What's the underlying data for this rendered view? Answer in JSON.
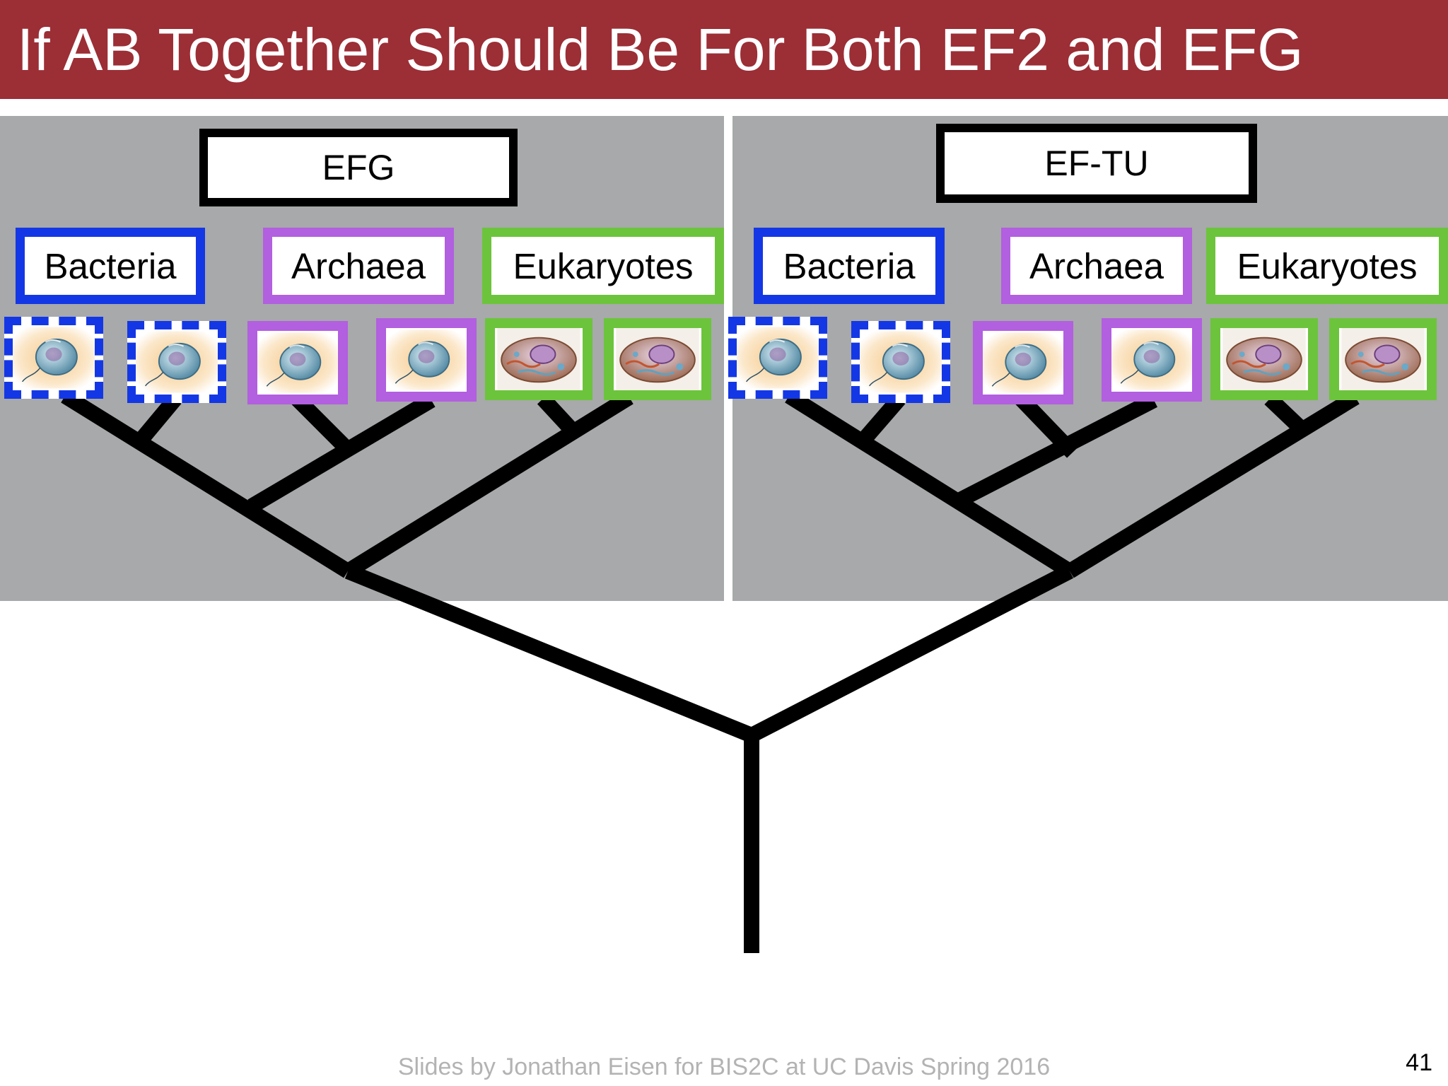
{
  "slide": {
    "title": "If AB Together Should Be For Both EF2 and EFG",
    "footer": "Slides by Jonathan Eisen for BIS2C at UC Davis Spring 2016",
    "page_number": "41"
  },
  "left_panel": {
    "gene_label": "EFG",
    "domains": {
      "bacteria": "Bacteria",
      "archaea": "Archaea",
      "eukaryotes": "Eukaryotes"
    }
  },
  "right_panel": {
    "gene_label": "EF-TU",
    "domains": {
      "bacteria": "Bacteria",
      "archaea": "Archaea",
      "eukaryotes": "Eukaryotes"
    }
  },
  "colors": {
    "title_bar": "#9c2e36",
    "panel_bg": "#a7a9aa",
    "bacteria": "#1437e6",
    "archaea": "#b25fe0",
    "eukaryotes": "#6cc43c",
    "tree": "#000000"
  },
  "icons": {
    "prokaryote_cell": "prokaryote-cell-icon",
    "eukaryote_cell": "eukaryote-cell-icon"
  }
}
